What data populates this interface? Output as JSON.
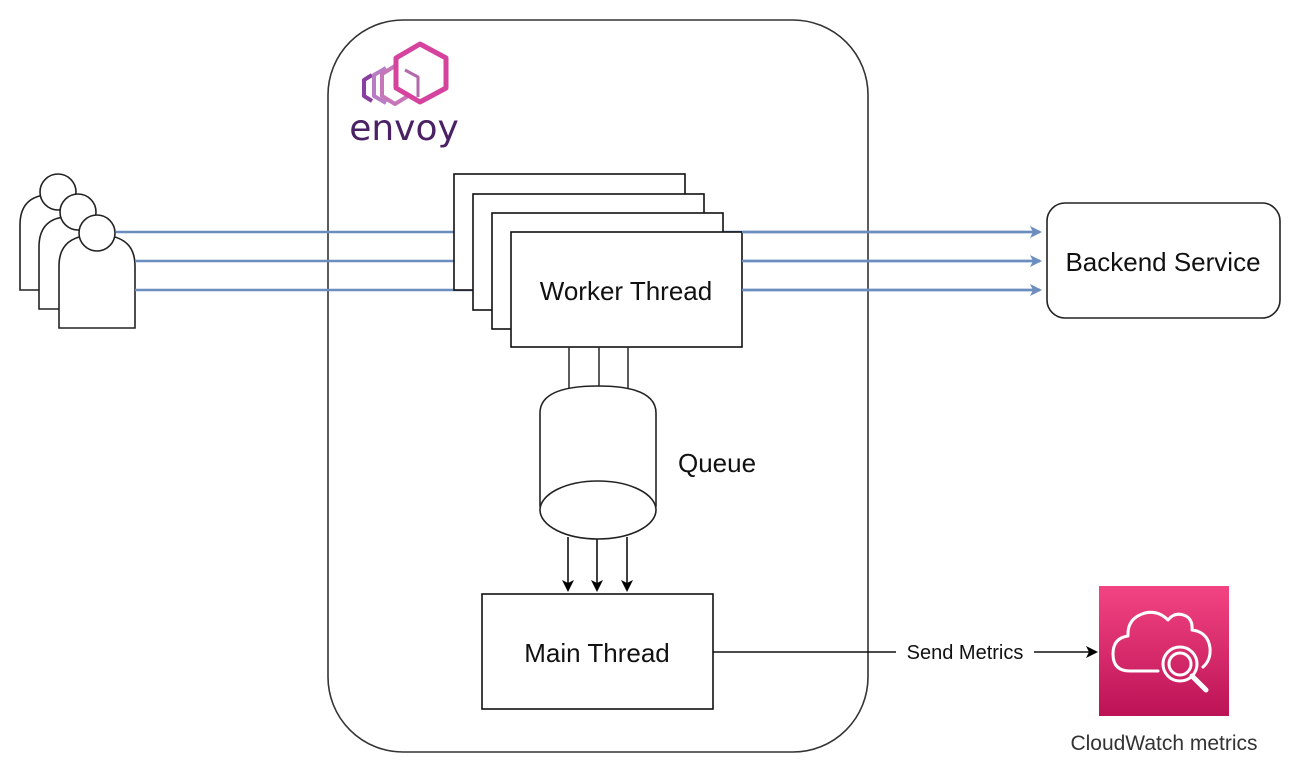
{
  "diagram": {
    "container": {
      "label": "envoy",
      "brand_colors": {
        "primary": "#d6439e",
        "secondary": "#b77cc4",
        "text": "#4a2163"
      }
    },
    "users": {
      "icon": "users-icon",
      "count": 3
    },
    "worker": {
      "label": "Worker Thread",
      "stack_count": 4
    },
    "queue": {
      "label": "Queue"
    },
    "main": {
      "label": "Main Thread"
    },
    "backend": {
      "label": "Backend Service"
    },
    "cloudwatch": {
      "label": "CloudWatch metrics",
      "icon": "cloudwatch-icon",
      "color": "#e7157b"
    },
    "edges": {
      "request_color": "#6c8ebf",
      "request_count": 3,
      "queue_links": 3,
      "send_metrics_label": "Send Metrics"
    }
  }
}
